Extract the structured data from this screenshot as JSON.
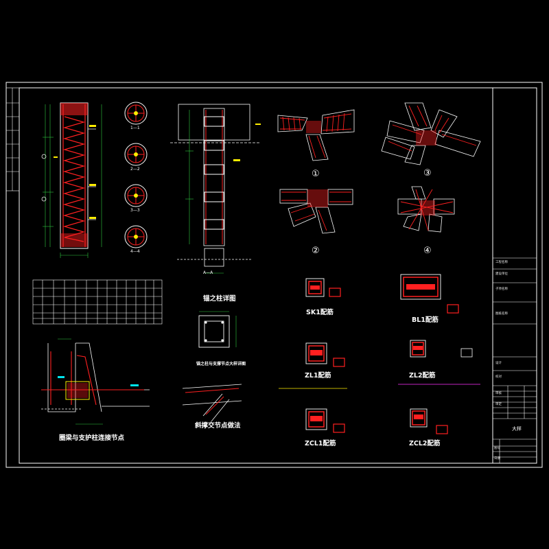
{
  "drawing": {
    "background": "#000000",
    "colors": {
      "frame": "#ffffff",
      "rebar": "#ff2020",
      "stirrup": "#ff3030",
      "dim": "#2ecc40",
      "text": "#ffffff",
      "cyan": "#00e5ee",
      "yellow": "#ffee00",
      "magenta": "#ff30ff",
      "concrete": "#ffffff"
    }
  },
  "titles": {
    "column_detail": "锚之柱详图",
    "column_section": "锚之柱与支撑节点大样详图",
    "beam_support_node": "圈梁与支护柱连接节点",
    "brace_node": "斜撑交节点做法",
    "sk1": "SK1配筋",
    "bl1": "BL1配筋",
    "zl1": "ZL1配筋",
    "zl2": "ZL2配筋",
    "zcl1": "ZCL1配筋",
    "zcl2": "ZCL2配筋",
    "section_a": "A—A"
  },
  "sections": [
    "1—1",
    "2—2",
    "3—3",
    "4—4"
  ],
  "nodes": [
    "①",
    "②",
    "③",
    "④"
  ],
  "title_block": {
    "sheet_name": "大样",
    "lines": [
      "工程名称",
      "建设单位",
      "子项名称",
      "图纸名称",
      "设计",
      "校对",
      "审核",
      "审定",
      "图号",
      "日期"
    ]
  }
}
